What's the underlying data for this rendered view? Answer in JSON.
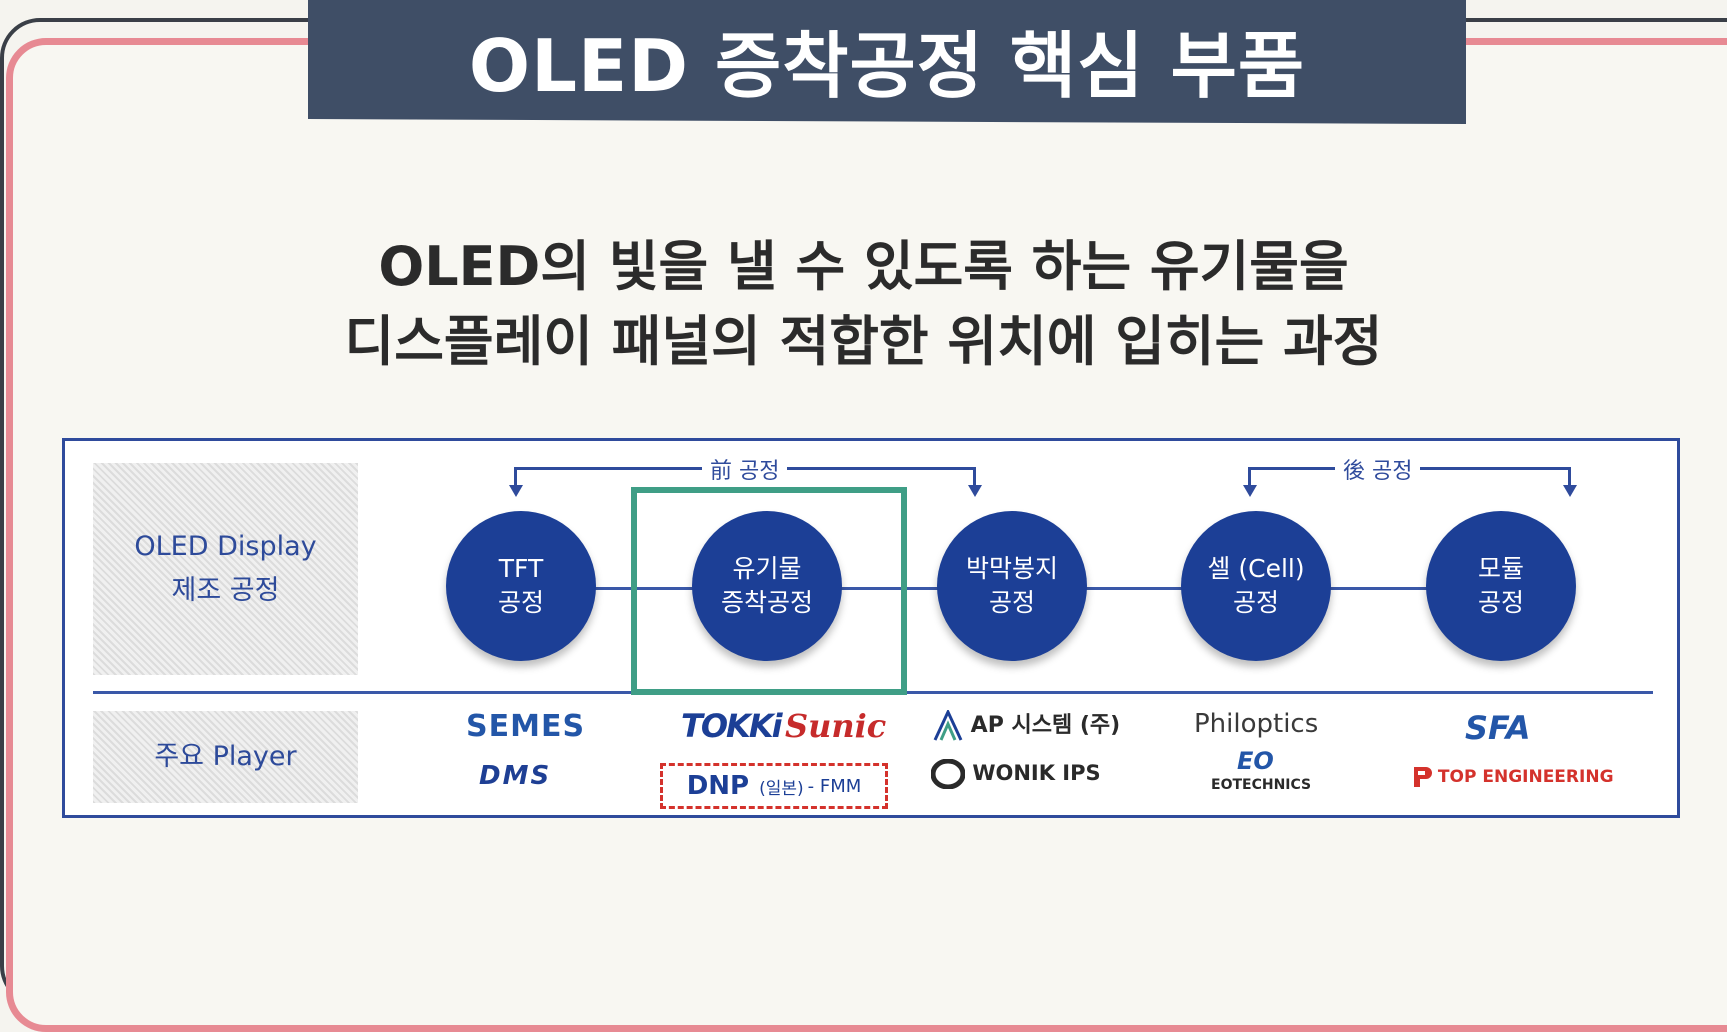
{
  "title": "OLED 증착공정 핵심 부품",
  "subtitle": {
    "line1": "OLED의 빛을 낼 수 있도록 하는 유기물을",
    "line2": "디스플레이 패널의 적합한 위치에 입히는 과정"
  },
  "diagram": {
    "row1_label_line1": "OLED Display",
    "row1_label_line2": "제조 공정",
    "row2_label": "주요 Player",
    "front_process_label": "前 공정",
    "back_process_label": "後 공정",
    "steps": [
      {
        "line1": "TFT",
        "line2": "공정"
      },
      {
        "line1": "유기물",
        "line2": "증착공정"
      },
      {
        "line1": "박막봉지",
        "line2": "공정"
      },
      {
        "line1": "셀 (Cell)",
        "line2": "공정"
      },
      {
        "line1": "모듈",
        "line2": "공정"
      }
    ],
    "players": {
      "tft": [
        "SEMES",
        "DMS"
      ],
      "deposition": [
        "TOKKi",
        "Sunic",
        "DNP",
        "(일본)",
        "- FMM"
      ],
      "encapsulation": [
        "AP 시스템 (주)",
        "WONIK IPS"
      ],
      "cell": [
        "Philoptics",
        "EO",
        "EOTECHNICS"
      ],
      "module": [
        "SFA",
        "TOP ENGINEERING"
      ]
    },
    "highlight_color": "#3f9e86",
    "circle_color": "#1c3f96",
    "dnp_border_color": "#d4322c"
  }
}
